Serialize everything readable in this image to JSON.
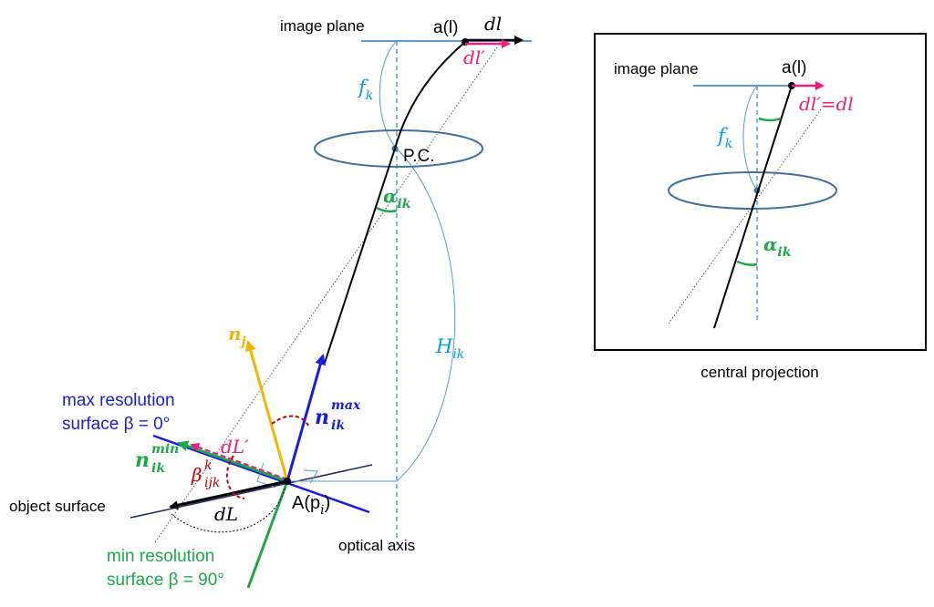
{
  "main": {
    "image_plane": "image plane",
    "a_l": "a(l)",
    "dl": "dl",
    "dl_prime": "dl′",
    "f_k": "f",
    "f_k_sub": "k",
    "pc": "P.C.",
    "alpha_ik": "α",
    "alpha_ik_sub": "ik",
    "h_ik": "H",
    "h_ik_sub": "ik",
    "n_j": "n",
    "n_j_sub": "j",
    "n_max": "n",
    "n_max_sub": "ik",
    "n_max_sup": "max",
    "n_min": "n",
    "n_min_sub": "ik",
    "n_min_sup": "min",
    "dL_prime": "dL′",
    "beta": "β",
    "beta_sub": "ijk",
    "beta_sup": "k",
    "dL": "dL",
    "A_pi": "A(p",
    "A_pi_sub": "i",
    "A_pi_close": ")",
    "max_res_line1": "max resolution",
    "max_res_line2": "surface β = 0°",
    "min_res_line1": "min resolution",
    "min_res_line2": "surface β = 90°",
    "object_surface": "object surface",
    "optical_axis": "optical axis"
  },
  "inset": {
    "image_plane": "image plane",
    "a_l": "a(l)",
    "dl_eq": "dl′=dl",
    "f_k": "f",
    "f_k_sub": "k",
    "alpha_ik": "α",
    "alpha_ik_sub": "ik",
    "caption": "central projection"
  },
  "colors": {
    "blue": "#1a1ae6",
    "light_blue": "#5b9bd5",
    "cyan": "#00a0e0",
    "green": "#1ea84a",
    "orange": "#f5b400",
    "pink": "#ec1e79",
    "dark_red": "#c00000",
    "lens": "#41719c",
    "black": "#000000"
  }
}
